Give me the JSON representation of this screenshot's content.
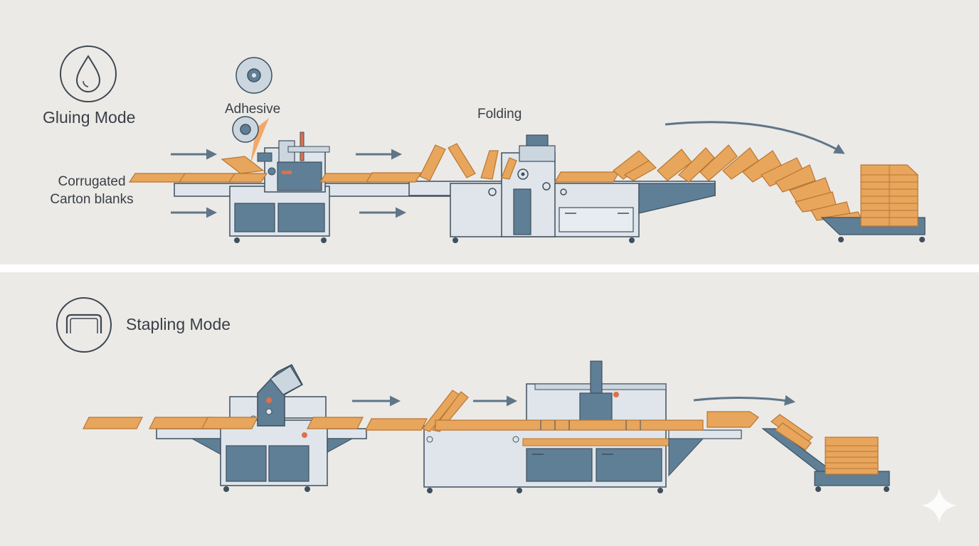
{
  "gluing": {
    "title": "Gluing Mode",
    "mode_icon": "water-drop-icon",
    "input_label": [
      "Corrugated",
      "Carton blanks"
    ],
    "adhesive_label": "Adhesive",
    "folding_label": "Folding"
  },
  "stapling": {
    "title": "Stapling Mode",
    "mode_icon": "staple-icon"
  },
  "watermark_icon": "sparkle-icon",
  "colors": {
    "background": "#ebeae7",
    "divider": "#ffffff",
    "machine_body": "#dfe5ea",
    "machine_panel": "#5f7f96",
    "machine_outline": "#3e4f5e",
    "carton": "#e8a55c",
    "carton_edge": "#b97632",
    "arrow": "#607587",
    "indicator": "#e0704a"
  }
}
